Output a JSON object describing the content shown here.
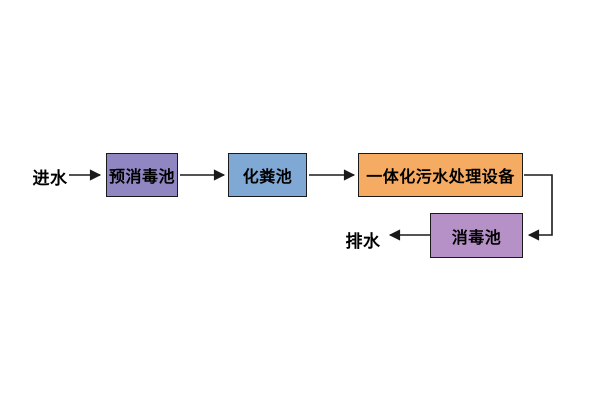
{
  "diagram": {
    "type": "flowchart",
    "background": "#ffffff",
    "inlet_label": "进水",
    "outlet_label": "排水",
    "nodes": [
      {
        "name": "pre-disinfection-tank",
        "label": "预消毒池",
        "fill": "#8f86c2"
      },
      {
        "name": "septic-tank",
        "label": "化粪池",
        "fill": "#80a8d4"
      },
      {
        "name": "integrated-sewage-treatment-equipment",
        "label": "一体化污水处理设备",
        "fill": "#f6ab63"
      },
      {
        "name": "disinfection-tank",
        "label": "消毒池",
        "fill": "#b591c8"
      }
    ],
    "flow_sequence": [
      "进水",
      "预消毒池",
      "化粪池",
      "一体化污水处理设备",
      "消毒池",
      "排水"
    ],
    "colors": {
      "border": "#1a1a1a",
      "arrow": "#1a1a1a",
      "text": "#000000"
    }
  }
}
